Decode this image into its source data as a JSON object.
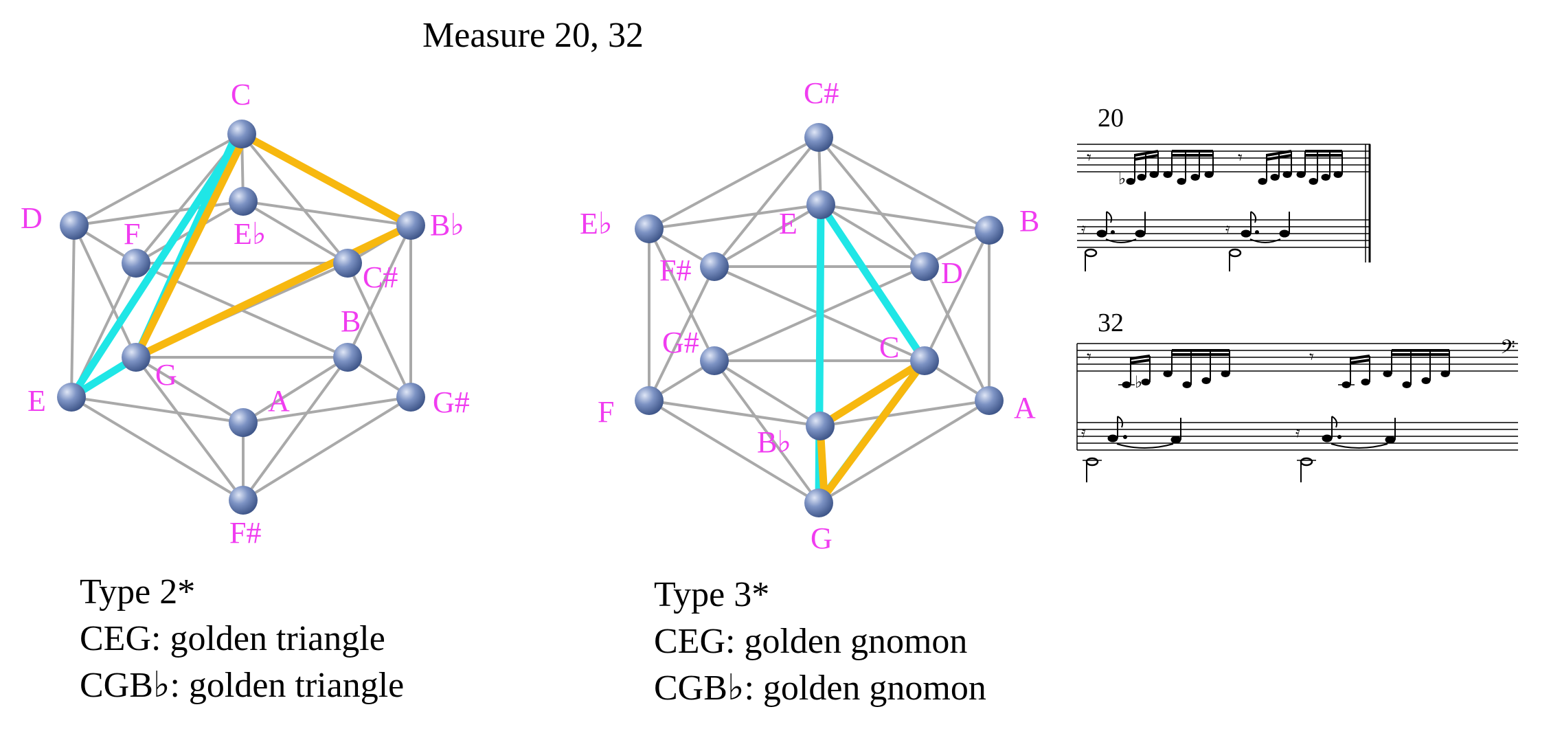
{
  "title": "Measure 20, 32",
  "colors": {
    "label": "#f03cf0",
    "cyan": "#1fe6e6",
    "gold": "#f7b80f",
    "edge": "#a8a8a8",
    "node": "#6f86b8"
  },
  "left": {
    "type": "Type 2*",
    "line1": "CEG: golden triangle",
    "line2": "CGB♭: golden triangle",
    "labels": {
      "C": "C",
      "D": "D",
      "F": "F",
      "Eb": "E♭",
      "Bb": "B♭",
      "Cs": "C#",
      "B": "B",
      "E": "E",
      "G": "G",
      "A": "A",
      "Gs": "G#",
      "Fs": "F#"
    }
  },
  "right": {
    "type": "Type 3*",
    "line1": "CEG: golden gnomon",
    "line2": "CGB♭: golden gnomon",
    "labels": {
      "Cs": "C#",
      "Eb": "E♭",
      "B": "B",
      "E": "E",
      "Fs": "F#",
      "D": "D",
      "Gs": "G#",
      "C": "C",
      "F": "F",
      "A": "A",
      "Bb": "B♭",
      "G": "G"
    }
  },
  "score": {
    "m20": "20",
    "m32": "32"
  }
}
